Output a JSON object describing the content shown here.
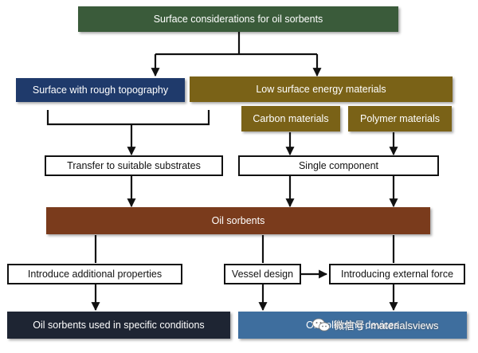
{
  "colors": {
    "green": "#3a5b3a",
    "navy": "#1f3a6b",
    "olive": "#7a6217",
    "brown": "#7a3b1c",
    "slate": "#1e2533",
    "steel": "#3e6e9e",
    "line": "#111111"
  },
  "nodes": {
    "top": "Surface considerations for oil sorbents",
    "rough": "Surface with rough topography",
    "low_energy": "Low surface energy materials",
    "carbon": "Carbon materials",
    "polymer": "Polymer materials",
    "transfer": "Transfer to suitable substrates",
    "single": "Single component",
    "sorbents": "Oil sorbents",
    "additional": "Introduce additional properties",
    "vessel": "Vessel design",
    "external": "Introducing external force",
    "specific": "Oil sorbents used in specific conditions",
    "collecting": "Oil collecting devices"
  },
  "watermark": {
    "text": "微信号: materialsviews",
    "icon": "wechat-icon"
  }
}
